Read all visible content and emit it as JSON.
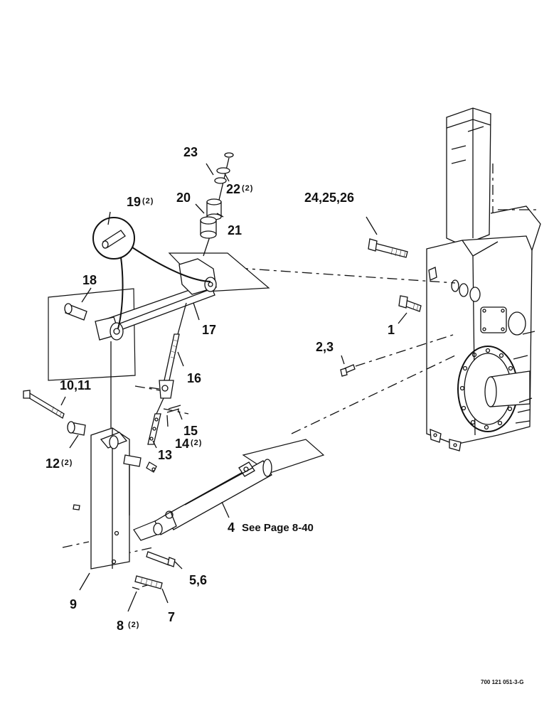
{
  "callouts": {
    "c23": "23",
    "c22": "22",
    "c22q": "(2)",
    "c19": "19",
    "c19q": "(2)",
    "c20": "20",
    "c21": "21",
    "c24": "24,25,26",
    "c18": "18",
    "c17": "17",
    "c1": "1",
    "c2": "2,3",
    "c16": "16",
    "c10": "10,11",
    "c15": "15",
    "c14": "14",
    "c14q": "(2)",
    "c12": "12",
    "c12q": "(2)",
    "c13": "13",
    "c4": "4",
    "c4note": "See Page 8-40",
    "c5": "5,6",
    "c9": "9",
    "c7": "7",
    "c8": "8",
    "c8q": "(2)"
  },
  "drawing_number": "700 121 051-3-G"
}
